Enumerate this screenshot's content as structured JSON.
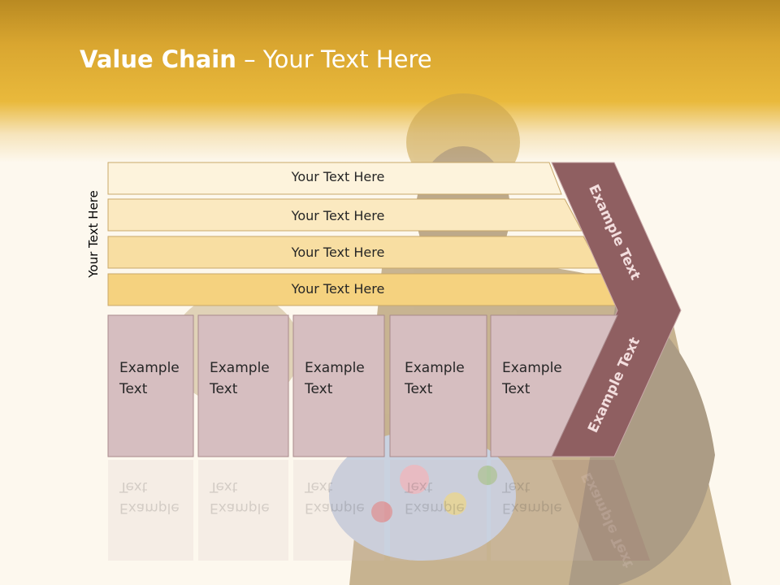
{
  "slide": {
    "title_bold": "Value Chain",
    "title_rest": " – Your Text Here",
    "side_label": "Your Text Here"
  },
  "bars": [
    {
      "label": "Your Text Here"
    },
    {
      "label": "Your Text Here"
    },
    {
      "label": "Your Text Here"
    },
    {
      "label": "Your Text Here"
    }
  ],
  "boxes": [
    {
      "line1": "Example",
      "line2": "Text"
    },
    {
      "line1": "Example",
      "line2": "Text"
    },
    {
      "line1": "Example",
      "line2": "Text"
    },
    {
      "line1": "Example",
      "line2": "Text"
    },
    {
      "line1": "Example",
      "line2": "Text"
    }
  ],
  "chevron": {
    "upper_label": "Example Text",
    "lower_label": "Example Text"
  },
  "colors": {
    "header": "#e9b93c",
    "bar1": "#fdf3dc",
    "bar2": "#fbe9c0",
    "bar3": "#f8dea2",
    "bar4": "#f5d27f",
    "box": "#d6bec0",
    "chevron": "#8f5f61"
  }
}
